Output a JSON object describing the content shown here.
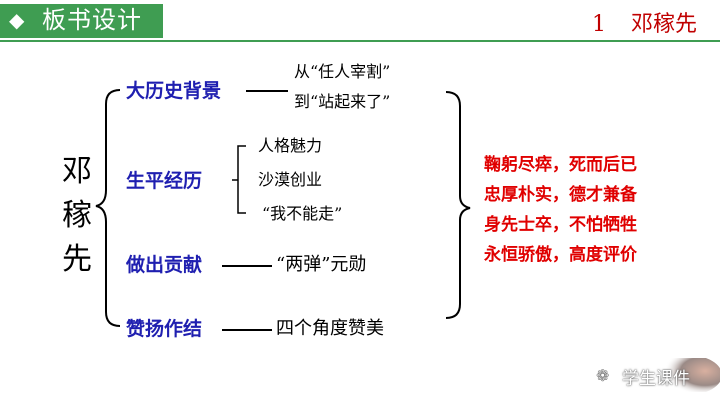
{
  "header": {
    "diamond": "◆",
    "title": "板书设计"
  },
  "lesson": {
    "number": "1",
    "name": "邓稼先"
  },
  "side_title": [
    "邓",
    "稼",
    "先"
  ],
  "topics": [
    {
      "label": "大历史背景",
      "dash": "——",
      "lines": [
        "从“任人宰割”",
        "到“站起来了”"
      ]
    },
    {
      "label": "生平经历",
      "items": [
        "人格魅力",
        "沙漠创业",
        "“我不能走”"
      ]
    },
    {
      "label": "做出贡献",
      "dash": "——",
      "text": "“两弹”元勋"
    },
    {
      "label": "赞扬作结",
      "dash": "——",
      "text": "四个角度赞美"
    }
  ],
  "summary": [
    "鞠躬尽瘁，死而后已",
    "忠厚朴实，德才兼备",
    "身先士卒，不怕牺牲",
    "永恒骄傲，高度评价"
  ],
  "watermark": {
    "icon": "wechat-icon",
    "text": "学生课件"
  }
}
